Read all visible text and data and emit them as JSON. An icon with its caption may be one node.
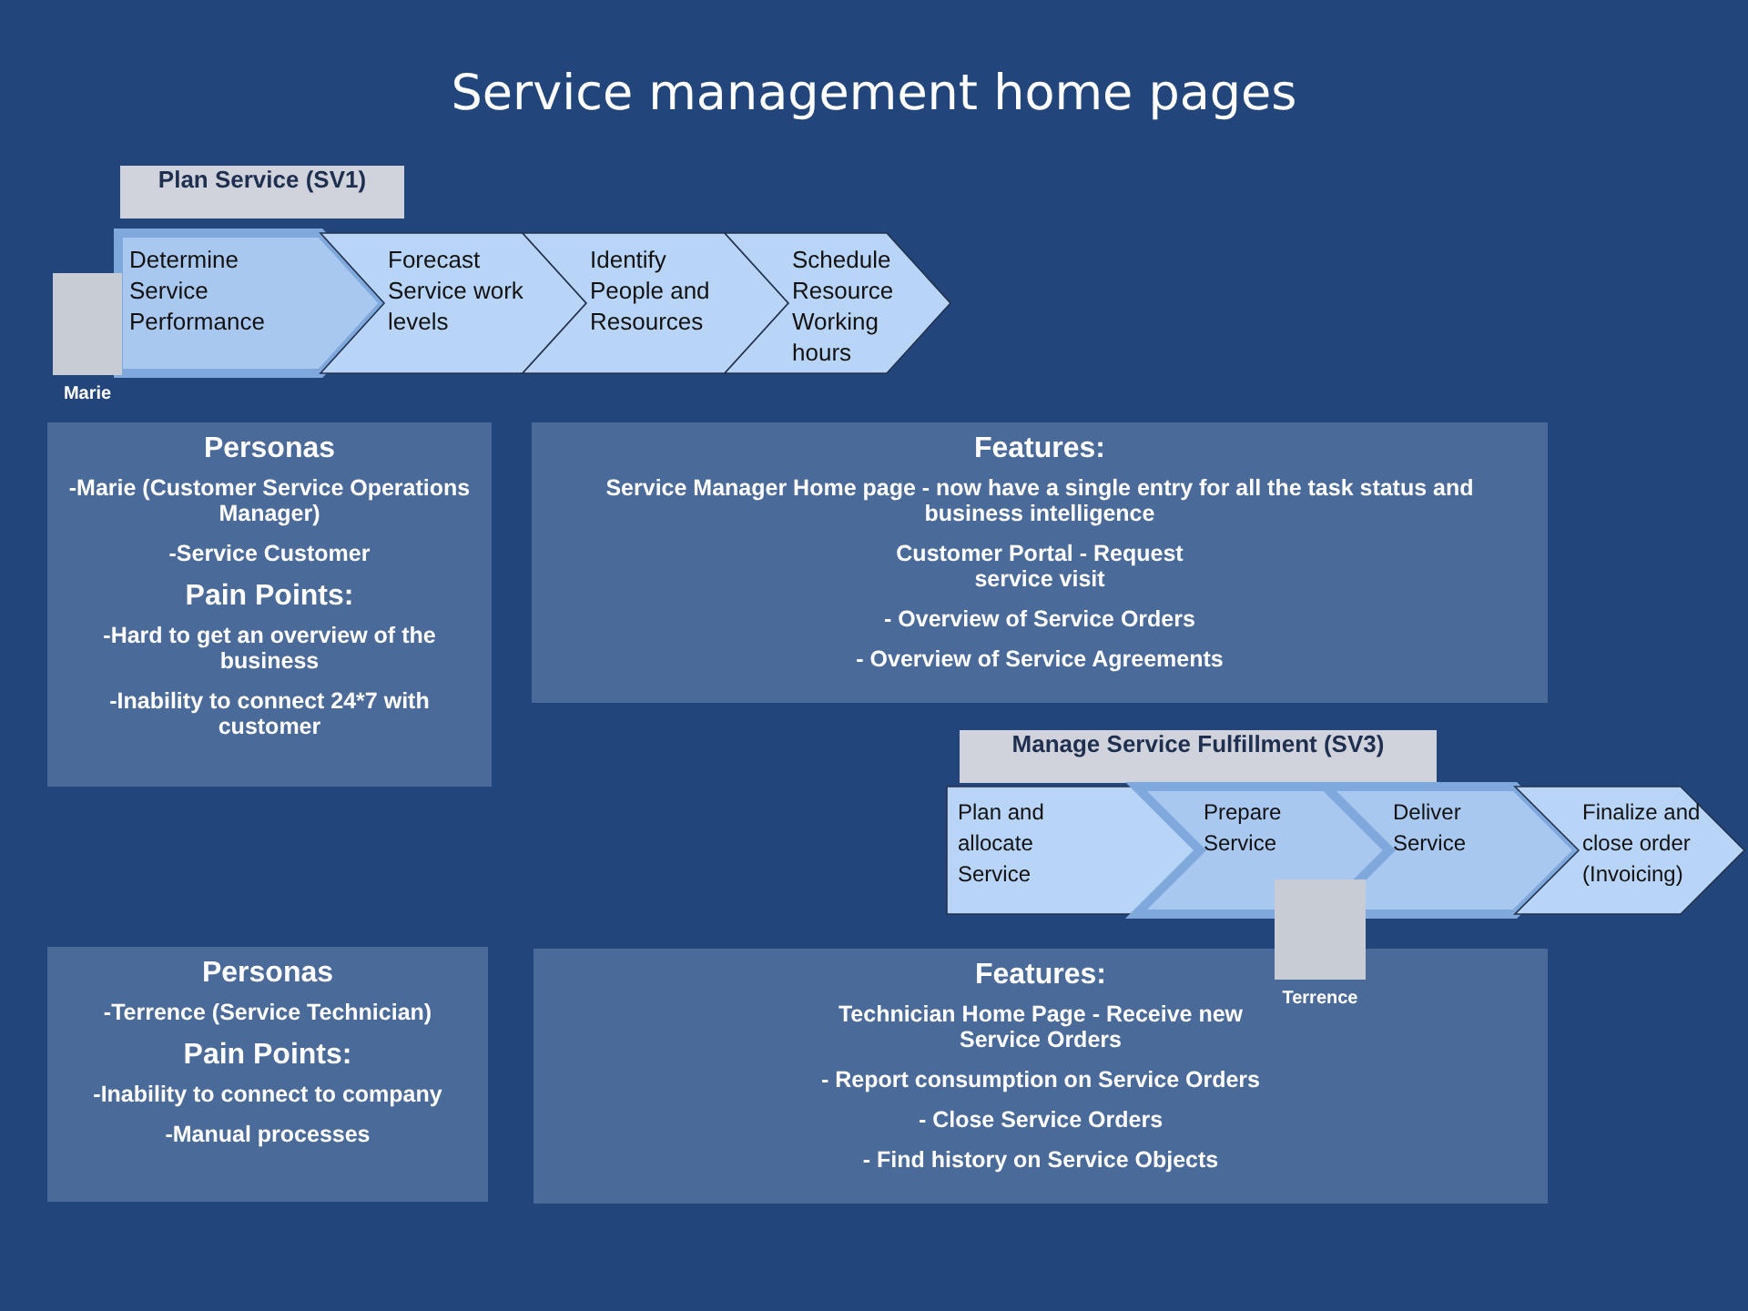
{
  "diagram": {
    "title": "Service management home pages",
    "nodes": [
      {
        "text": [
          "Plan Service (SV1)"
        ]
      },
      {
        "text": [
          "Determine Service Performance"
        ]
      },
      {
        "text": [
          "Forecast Service work levels"
        ]
      },
      {
        "text": [
          "Identify People and Resources"
        ]
      },
      {
        "text": [
          "Schedule Resource Working hours"
        ]
      },
      {
        "text": [],
        "shape": "box",
        "beside": [
          "Marie"
        ]
      },
      {
        "text": [
          "Personas",
          "-Marie (Customer Service Operations Manager)",
          "-Service Customer",
          "Pain Points:",
          "-Hard to get an overview of the business",
          "-Inability to connect 24*7 with customer"
        ]
      },
      {
        "text": [
          "Features:",
          "Service Manager Home page - now have a single entry for all the task status and business intelligence",
          "Customer Portal - Request service visit",
          "- Overview of Service Orders",
          "- Overview of Service Agreements"
        ]
      },
      {
        "text": [
          "Manage Service Fulfillment (SV3)"
        ]
      },
      {
        "text": [
          "Plan and allocate Service"
        ]
      },
      {
        "text": [
          "Prepare Service"
        ]
      },
      {
        "text": [
          "Deliver Service"
        ]
      },
      {
        "text": [
          "Finalize and close order (Invoicing)"
        ]
      },
      {
        "text": [],
        "shape": "box",
        "beside": [
          "Terrence"
        ]
      },
      {
        "text": [
          "Personas",
          "-Terrence (Service Technician)",
          "Pain Points:",
          "-Inability to connect to company",
          "-Manual processes"
        ]
      },
      {
        "text": [
          "Features:",
          "Technician Home Page - Receive new Service Orders",
          "- Report consumption on Service Orders",
          "- Close Service Orders",
          "- Find history on Service Objects"
        ]
      }
    ]
  }
}
